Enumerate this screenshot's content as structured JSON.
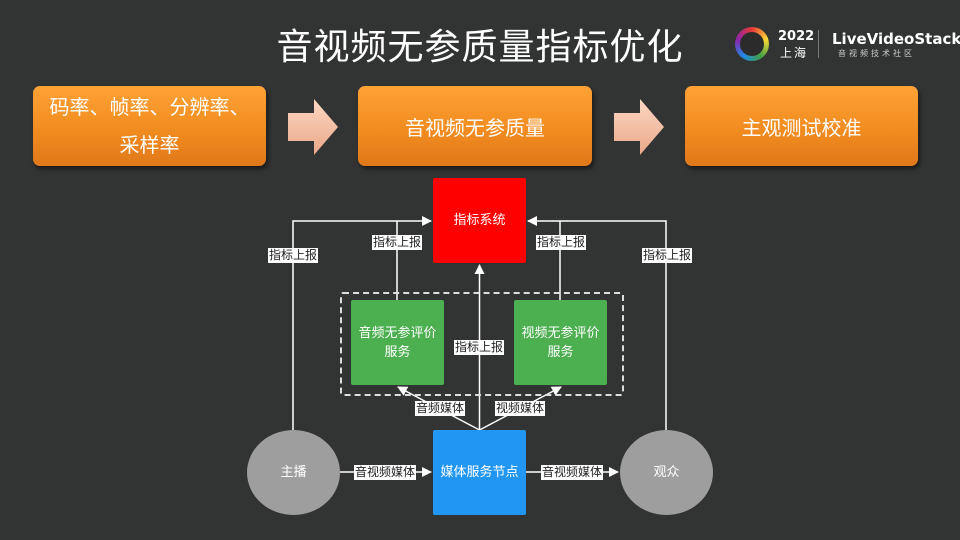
{
  "title": "音视频无参质量指标优化",
  "logo": {
    "year": "2022",
    "city": "上海",
    "brand": "LiveVideoStack",
    "subtitle": "音视频技术社区"
  },
  "flow": [
    {
      "label_line1": "码率、帧率、分辨率、",
      "label_line2": "采样率"
    },
    {
      "label": "音视频无参质量"
    },
    {
      "label": "主观测试校准"
    }
  ],
  "diagram": {
    "nodes": {
      "metrics_system": "指标系统",
      "audio_eval_line1": "音频无参评价",
      "audio_eval_line2": "服务",
      "video_eval_line1": "视频无参评价",
      "video_eval_line2": "服务",
      "media_node": "媒体服务节点",
      "anchor": "主播",
      "viewer": "观众"
    },
    "edge_labels": {
      "anchor_report": "指标上报",
      "audio_report": "指标上报",
      "media_report": "指标上报",
      "video_report": "指标上报",
      "viewer_report": "指标上报",
      "audio_media": "音频媒体",
      "video_media": "视频媒体",
      "anchor_to_media": "音视频媒体",
      "media_to_viewer": "音视频媒体"
    }
  },
  "colors": {
    "background": "#323433",
    "orange": "#f39020",
    "red": "#ff0000",
    "green": "#4caf50",
    "blue": "#2196f3",
    "gray": "#9e9e9e"
  }
}
